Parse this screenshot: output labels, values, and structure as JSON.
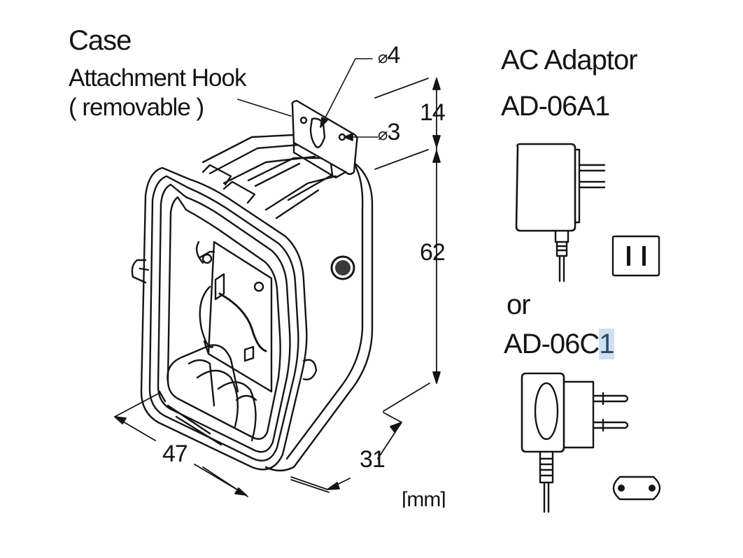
{
  "case": {
    "title": "Case",
    "hook_line1": "Attachment Hook",
    "hook_line2": "( removable )",
    "hole_large": "4",
    "hole_small": "3",
    "diameter_symbol": "⌀"
  },
  "dimensions": {
    "hook_height": "14",
    "body_height": "62",
    "width": "47",
    "depth": "31",
    "unit": "[mm]"
  },
  "adaptor": {
    "title": "AC Adaptor",
    "model_a": "AD-06A1",
    "or": "or",
    "model_c_prefix": "AD-06C",
    "model_c_suffix": "1"
  },
  "colors": {
    "line": "#141414",
    "highlight": "#cfe0f2"
  }
}
